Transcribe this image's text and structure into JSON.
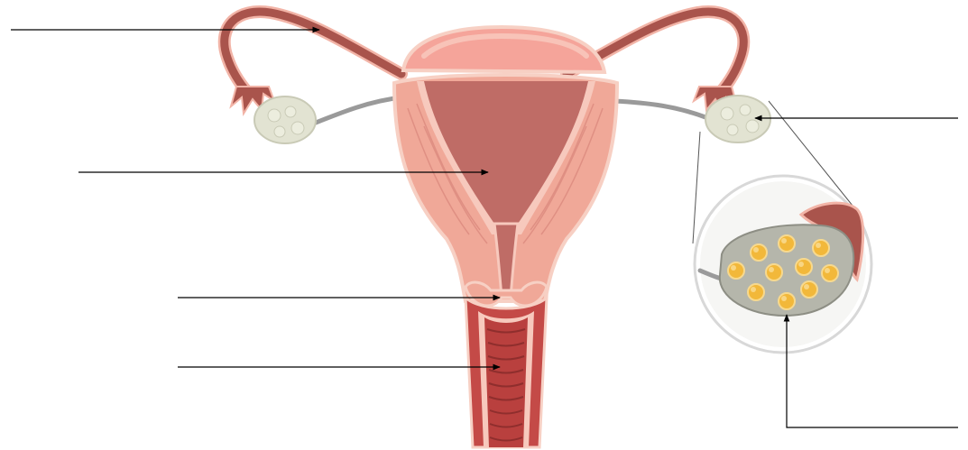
{
  "diagram": {
    "kind": "unlabeled anatomy worksheet",
    "label_lines": [
      {
        "id": "fallopian-tube",
        "text": ""
      },
      {
        "id": "uterus-cavity",
        "text": ""
      },
      {
        "id": "cervix",
        "text": ""
      },
      {
        "id": "vagina",
        "text": ""
      },
      {
        "id": "ovary",
        "text": ""
      },
      {
        "id": "ovarian-follicles",
        "text": ""
      }
    ],
    "colors": {
      "background": "#ffffff",
      "tube": "#a9544c",
      "tube_light": "#f2b4a7",
      "uterus_wall": "#f0a898",
      "uterus_cavity": "#bf6c66",
      "fundus": "#f5a49a",
      "ovary": "#e2e3d2",
      "ligament": "#9a9a9a",
      "vagina": "#c44a47",
      "follicle": "#f2b83a",
      "pointer_line": "#000000"
    }
  }
}
